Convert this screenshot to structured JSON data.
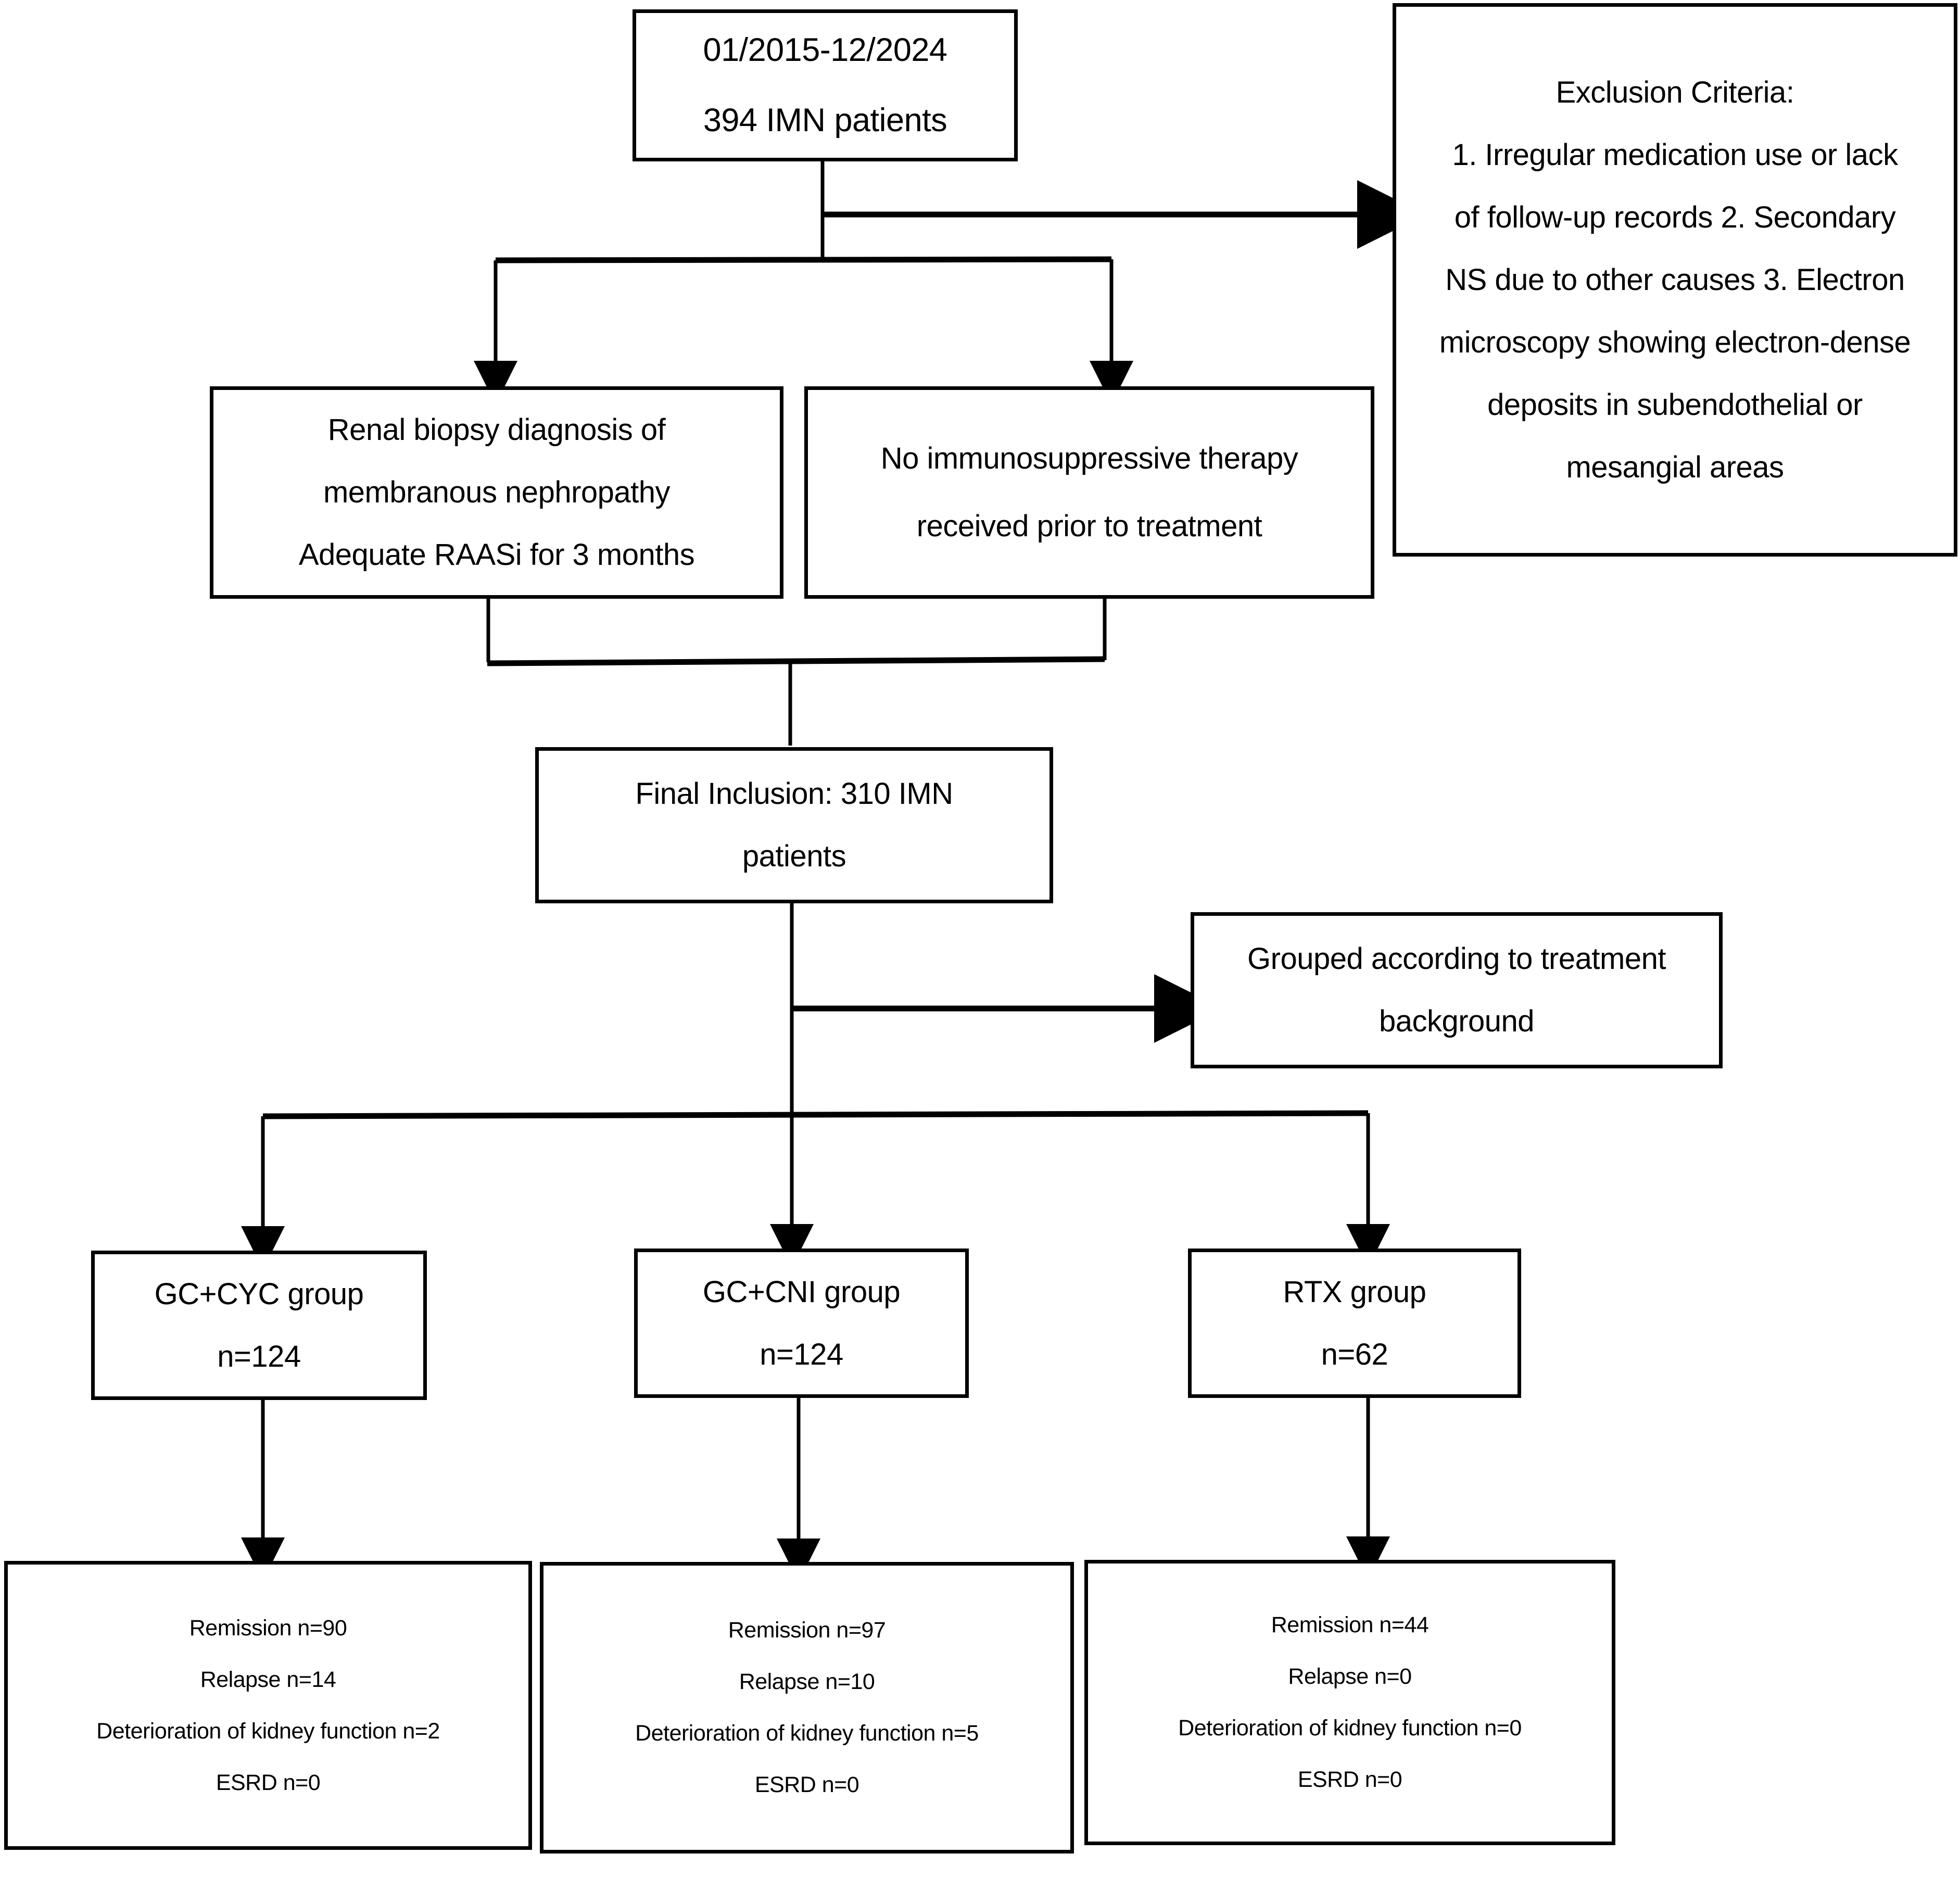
{
  "diagram": {
    "type": "flowchart",
    "title": "IMN patient selection and treatment grouping flow",
    "accent_color": "#000000",
    "background_color": "#ffffff"
  },
  "nodes": {
    "top": {
      "name": "study-period-and-cohort",
      "lines": [
        "01/2015-12/2024",
        "394 IMN patients"
      ]
    },
    "exclusion": {
      "name": "exclusion-criteria",
      "lines": [
        "Exclusion Criteria:",
        "1. Irregular medication use or lack",
        "of follow-up records 2. Secondary",
        "NS due to other causes 3. Electron",
        "microscopy showing electron-dense",
        "deposits in subendothelial or",
        "mesangial areas"
      ]
    },
    "biopsy": {
      "name": "renal-biopsy-criteria",
      "lines": [
        "Renal biopsy diagnosis of",
        "membranous nephropathy",
        "Adequate RAASi for 3 months"
      ]
    },
    "noimmuno": {
      "name": "no-prior-immunosuppression",
      "lines": [
        "No immunosuppressive therapy",
        "received prior to treatment"
      ]
    },
    "final": {
      "name": "final-inclusion",
      "lines": [
        "Final Inclusion: 310 IMN",
        "patients"
      ]
    },
    "grouped": {
      "name": "grouping-rule",
      "lines": [
        "Grouped according to treatment",
        "background"
      ]
    },
    "gccyc": {
      "name": "group-gc-cyc",
      "lines": [
        "GC+CYC group",
        "n=124"
      ]
    },
    "gccni": {
      "name": "group-gc-cni",
      "lines": [
        "GC+CNI group",
        "n=124"
      ]
    },
    "rtx": {
      "name": "group-rtx",
      "lines": [
        "RTX group",
        "n=62"
      ]
    },
    "out1": {
      "name": "outcomes-gc-cyc",
      "lines": [
        "Remission n=90",
        "Relapse n=14",
        "Deterioration of kidney function  n=2",
        "ESRD n=0"
      ]
    },
    "out2": {
      "name": "outcomes-gc-cni",
      "lines": [
        "Remission n=97",
        "Relapse n=10",
        "Deterioration of kidney function  n=5",
        "ESRD n=0"
      ]
    },
    "out3": {
      "name": "outcomes-rtx",
      "lines": [
        "Remission n=44",
        "Relapse n=0",
        "Deterioration of kidney function  n=0",
        "ESRD n=0"
      ]
    }
  },
  "counts": {
    "screened_imn_patients": 394,
    "final_included_imn_patients": 310,
    "gc_cyc_n": 124,
    "gc_cni_n": 124,
    "rtx_n": 62,
    "gc_cyc_remission": 90,
    "gc_cyc_relapse": 14,
    "gc_cyc_kidney_deterioration": 2,
    "gc_cyc_esrd": 0,
    "gc_cni_remission": 97,
    "gc_cni_relapse": 10,
    "gc_cni_kidney_deterioration": 5,
    "gc_cni_esrd": 0,
    "rtx_remission": 44,
    "rtx_relapse": 0,
    "rtx_kidney_deterioration": 0,
    "rtx_esrd": 0,
    "study_period_start": "01/2015",
    "study_period_end": "12/2024"
  }
}
